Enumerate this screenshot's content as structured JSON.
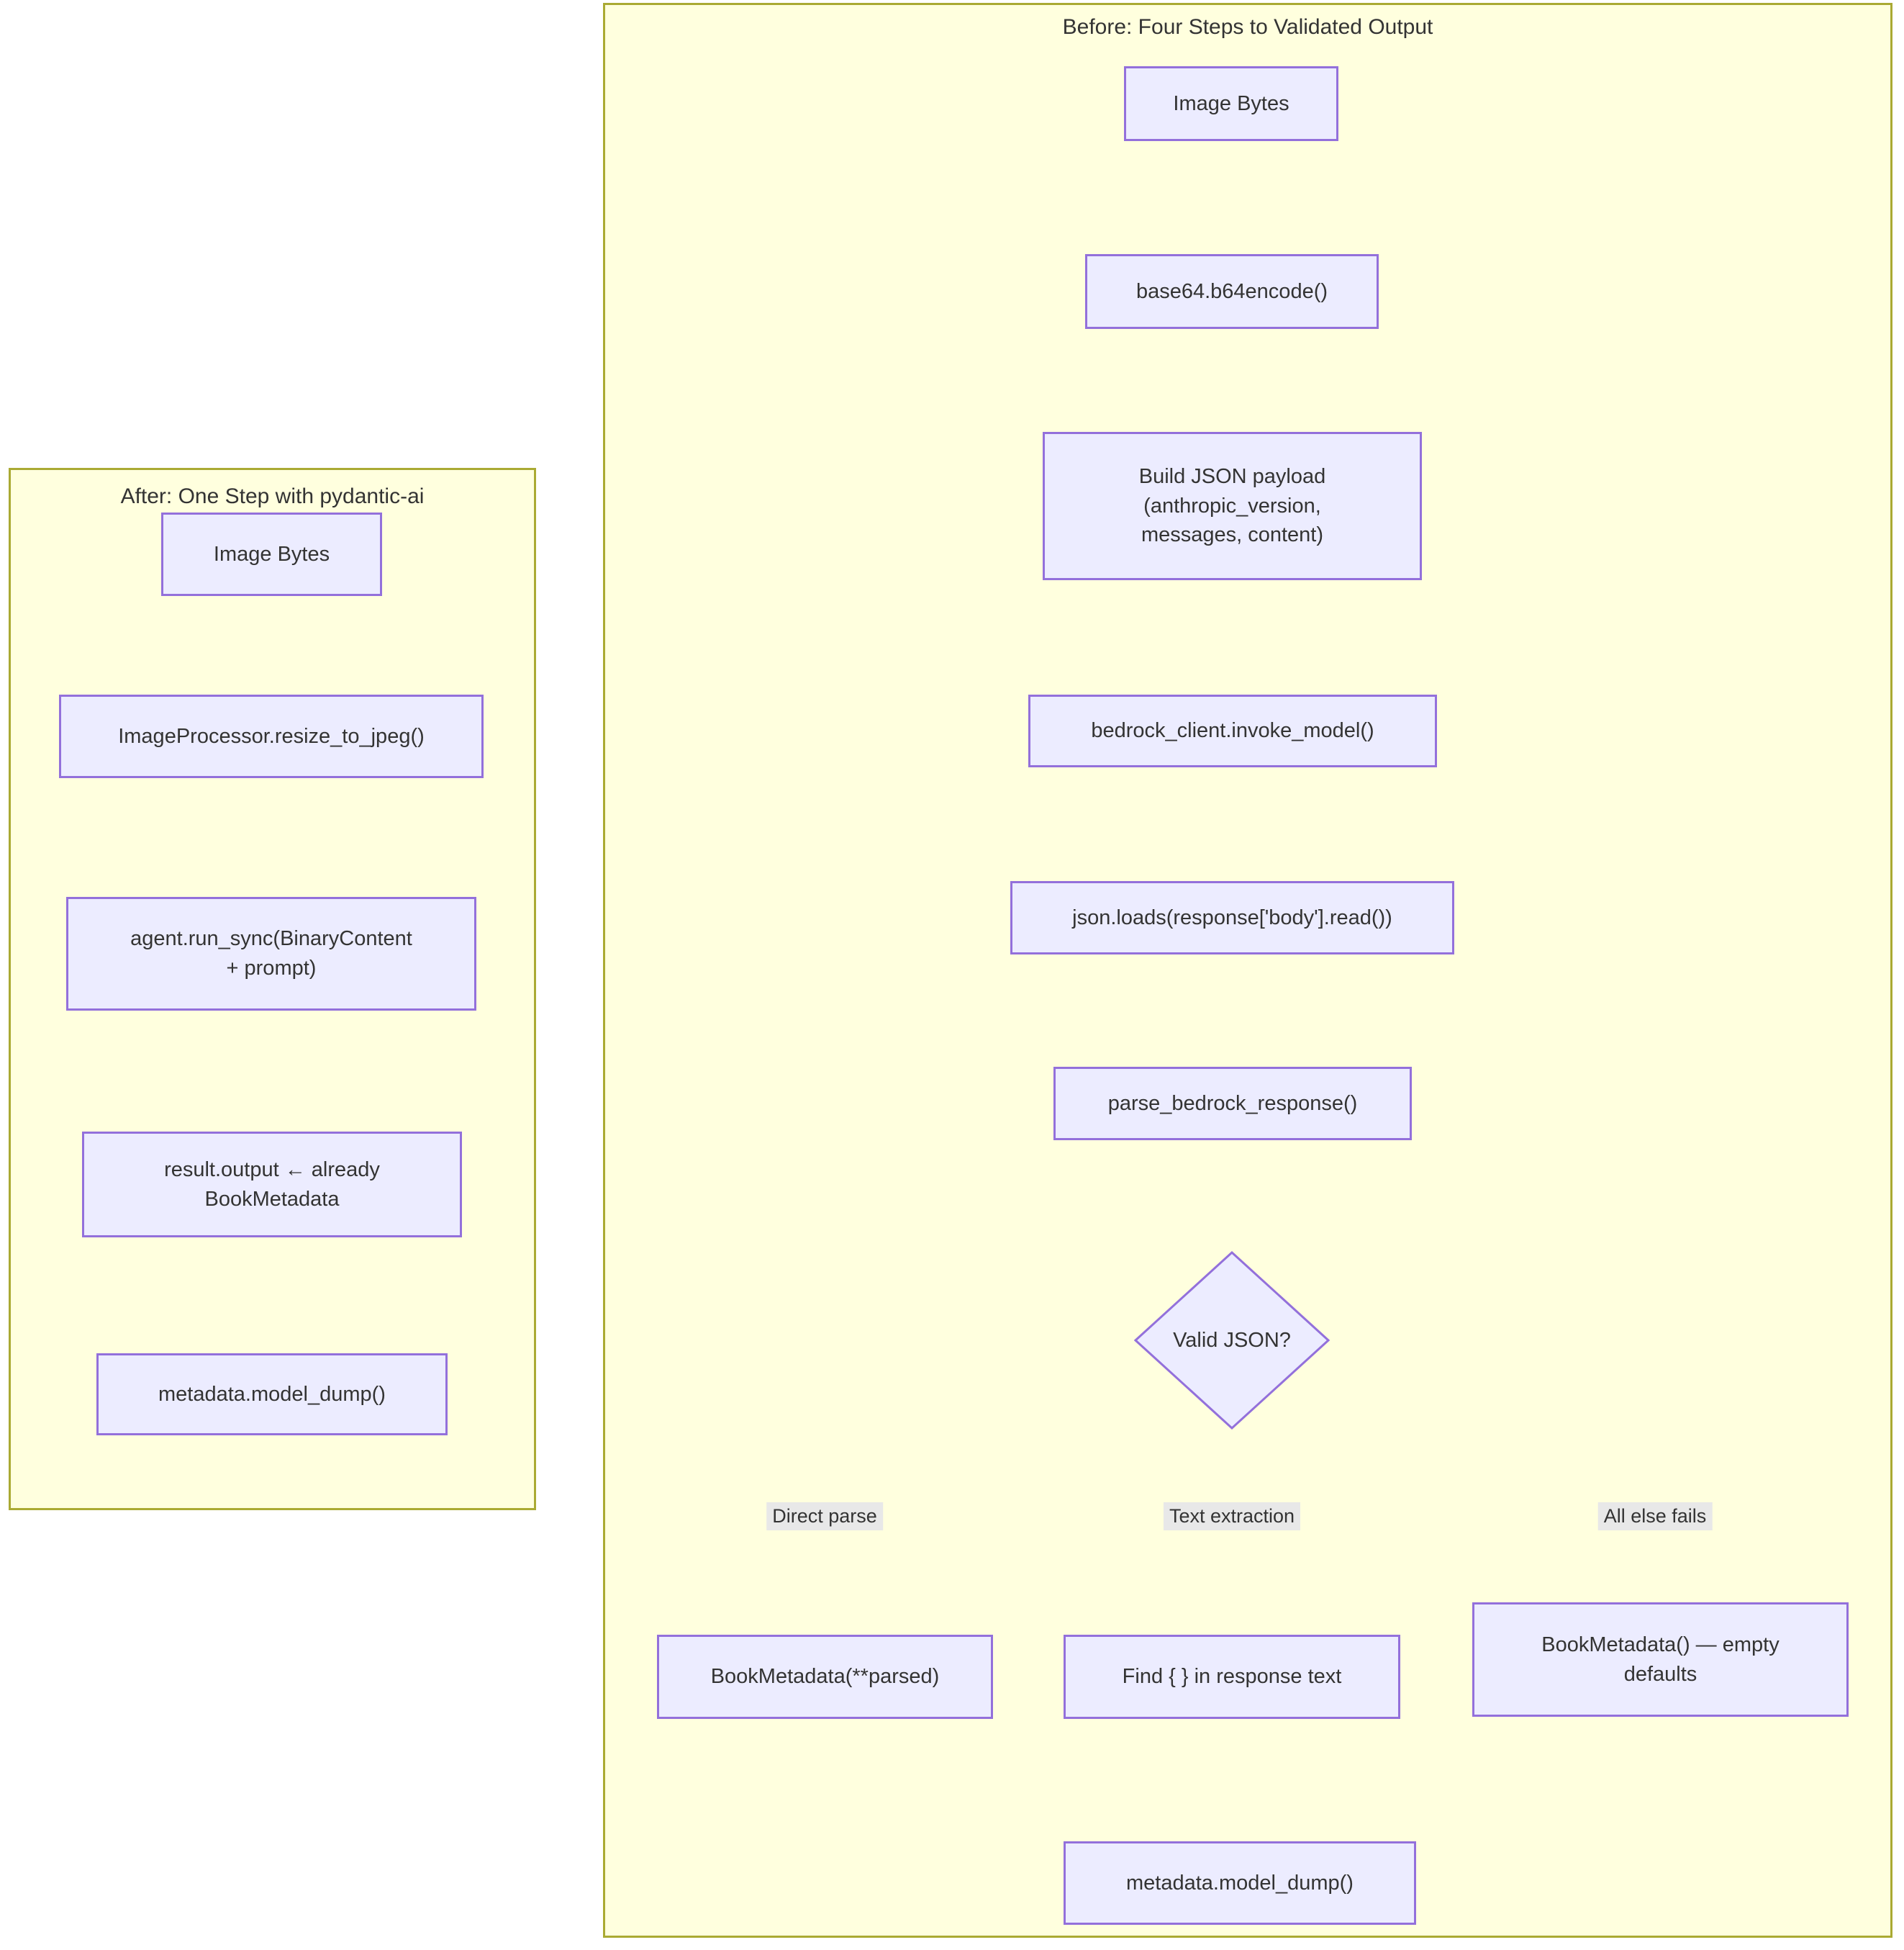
{
  "diagram": {
    "type": "flowchart",
    "direction": "top-down",
    "panels": [
      {
        "id": "after",
        "title": "After: One Step with pydantic-ai",
        "nodes": [
          {
            "id": "a1",
            "label": "Image Bytes",
            "shape": "rect"
          },
          {
            "id": "a2",
            "label": "ImageProcessor.resize_to_jpeg()",
            "shape": "rect"
          },
          {
            "id": "a3",
            "label": "agent.run_sync(BinaryContent\n+ prompt)",
            "shape": "rect"
          },
          {
            "id": "a4",
            "label": "result.output  ← already\nBookMetadata",
            "shape": "rect"
          },
          {
            "id": "a5",
            "label": "metadata.model_dump()",
            "shape": "rect"
          }
        ],
        "edges": [
          {
            "from": "a1",
            "to": "a2",
            "label": ""
          },
          {
            "from": "a2",
            "to": "a3",
            "label": ""
          },
          {
            "from": "a3",
            "to": "a4",
            "label": ""
          },
          {
            "from": "a4",
            "to": "a5",
            "label": ""
          }
        ]
      },
      {
        "id": "before",
        "title": "Before: Four Steps to Validated Output",
        "nodes": [
          {
            "id": "b1",
            "label": "Image Bytes",
            "shape": "rect"
          },
          {
            "id": "b2",
            "label": "base64.b64encode()",
            "shape": "rect"
          },
          {
            "id": "b3",
            "label": "Build JSON payload\n(anthropic_version,\nmessages, content)",
            "shape": "rect"
          },
          {
            "id": "b4",
            "label": "bedrock_client.invoke_model()",
            "shape": "rect"
          },
          {
            "id": "b5",
            "label": "json.loads(response['body'].read())",
            "shape": "rect"
          },
          {
            "id": "b6",
            "label": "parse_bedrock_response()",
            "shape": "rect"
          },
          {
            "id": "b7",
            "label": "Valid JSON?",
            "shape": "diamond"
          },
          {
            "id": "b8",
            "label": "BookMetadata(**parsed)",
            "shape": "rect"
          },
          {
            "id": "b9",
            "label": "Find { } in response text",
            "shape": "rect"
          },
          {
            "id": "b10",
            "label": "BookMetadata() — empty\ndefaults",
            "shape": "rect"
          },
          {
            "id": "b11",
            "label": "metadata.model_dump()",
            "shape": "rect"
          }
        ],
        "edges": [
          {
            "from": "b1",
            "to": "b2",
            "label": ""
          },
          {
            "from": "b2",
            "to": "b3",
            "label": ""
          },
          {
            "from": "b3",
            "to": "b4",
            "label": ""
          },
          {
            "from": "b4",
            "to": "b5",
            "label": ""
          },
          {
            "from": "b5",
            "to": "b6",
            "label": ""
          },
          {
            "from": "b6",
            "to": "b7",
            "label": ""
          },
          {
            "from": "b7",
            "to": "b8",
            "label": "Direct parse"
          },
          {
            "from": "b7",
            "to": "b9",
            "label": "Text extraction"
          },
          {
            "from": "b7",
            "to": "b10",
            "label": "All else fails"
          },
          {
            "from": "b8",
            "to": "b11",
            "label": ""
          },
          {
            "from": "b9",
            "to": "b11",
            "label": ""
          },
          {
            "from": "b10",
            "to": "b11",
            "label": ""
          }
        ]
      }
    ],
    "edge_labels": {
      "direct_parse": "Direct parse",
      "text_extraction": "Text extraction",
      "all_else_fails": "All else fails"
    },
    "colors": {
      "subgraph_background": "#ffffde",
      "subgraph_border": "#aaaa33",
      "node_fill": "#ececff",
      "node_border": "#9370db",
      "edge_stroke": "#333333",
      "text": "#333333",
      "edge_label_background": "#e8e8e8",
      "page_background": "#ffffff"
    }
  }
}
